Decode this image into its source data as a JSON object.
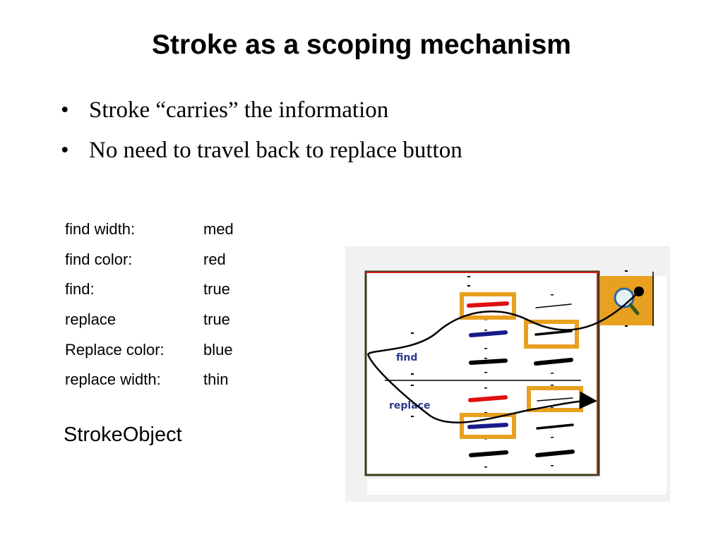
{
  "slide": {
    "title": "Stroke as a scoping mechanism",
    "bullets": [
      "Stroke “carries” the information",
      "No need to travel back to replace button"
    ],
    "properties": [
      {
        "key": "find width:",
        "value": "med"
      },
      {
        "key": "find color:",
        "value": "red"
      },
      {
        "key": "find:",
        "value": "true"
      },
      {
        "key": "replace",
        "value": "true"
      },
      {
        "key": "Replace color:",
        "value": "blue"
      },
      {
        "key": "replace width:",
        "value": "thin"
      }
    ],
    "caption": "StrokeObject"
  },
  "figure": {
    "find_label": "find",
    "replace_label": "replace",
    "icon": "magnifier-icon",
    "colors": {
      "frame": "#e8a020",
      "red": "#e01010",
      "blue": "#1a1a8c",
      "label": "#2a3a8a"
    }
  }
}
